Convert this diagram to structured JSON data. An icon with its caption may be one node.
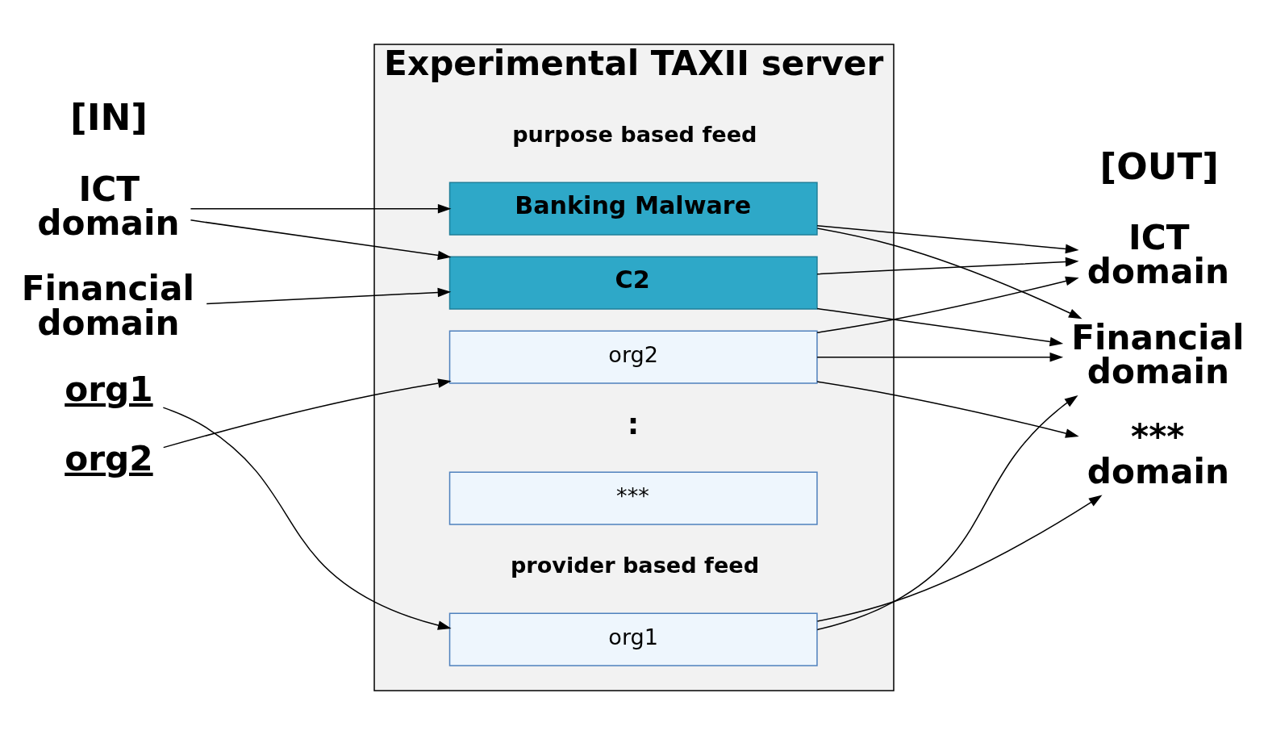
{
  "diagram": {
    "nodes": [
      {
        "text": [
          "Experimental TAXII server"
        ]
      },
      {
        "text": [
          "C2"
        ],
        "in": 0
      },
      {
        "text": [
          "Banking Malware"
        ],
        "in": 0
      },
      {
        "text": [
          "***"
        ],
        "in": 0
      },
      {
        "text": [
          "org1"
        ],
        "in": 0
      },
      {
        "text": [
          "org2"
        ],
        "in": 0
      },
      {
        "text": [
          "ICT domain"
        ]
      },
      {
        "text": [
          "Financial domain"
        ]
      },
      {
        "text": [
          "org1"
        ]
      },
      {
        "text": [
          "org2"
        ]
      },
      {
        "text": [
          "ICT domain"
        ]
      },
      {
        "text": [
          "Financial domain"
        ]
      },
      {
        "text": [
          "*** domain"
        ]
      }
    ],
    "edges": [
      {
        "from": 6,
        "to": 1,
        "arrow": "to"
      },
      {
        "from": 6,
        "to": 2,
        "arrow": "to"
      },
      {
        "from": 7,
        "to": 1,
        "arrow": "to"
      },
      {
        "from": 8,
        "to": 4,
        "arrow": "to"
      },
      {
        "from": 9,
        "to": 5,
        "arrow": "to"
      },
      {
        "from": 1,
        "to": 10,
        "arrow": "to"
      },
      {
        "from": 1,
        "to": 11,
        "arrow": "to"
      },
      {
        "from": 2,
        "to": 10,
        "arrow": "to"
      },
      {
        "from": 2,
        "to": 11,
        "arrow": "to"
      },
      {
        "from": 4,
        "to": 11,
        "arrow": "to"
      },
      {
        "from": 4,
        "to": 12,
        "arrow": "to"
      },
      {
        "from": 5,
        "to": 10,
        "arrow": "to"
      },
      {
        "from": 5,
        "to": 11,
        "arrow": "to"
      },
      {
        "from": 5,
        "to": 12,
        "arrow": "to"
      }
    ],
    "labels": [
      "[IN]",
      "[OUT]",
      "purpose based feed",
      "provider based feed",
      ":"
    ]
  }
}
